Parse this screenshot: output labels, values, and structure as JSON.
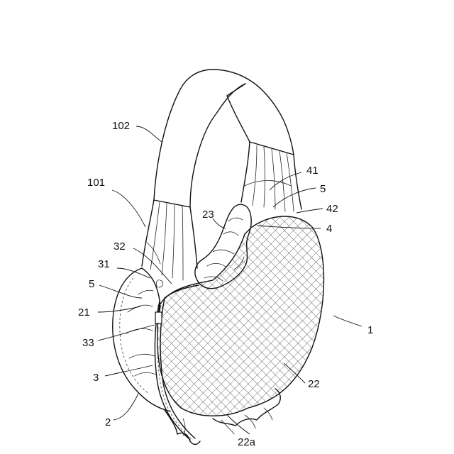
{
  "labels": {
    "l102": "102",
    "l101": "101",
    "l41": "41",
    "l5a": "5",
    "l42": "42",
    "l23": "23",
    "l4": "4",
    "l32": "32",
    "l31": "31",
    "l5b": "5",
    "l21": "21",
    "l1": "1",
    "l33": "33",
    "l22": "22",
    "l3": "3",
    "l2": "2",
    "l22a": "22a"
  }
}
